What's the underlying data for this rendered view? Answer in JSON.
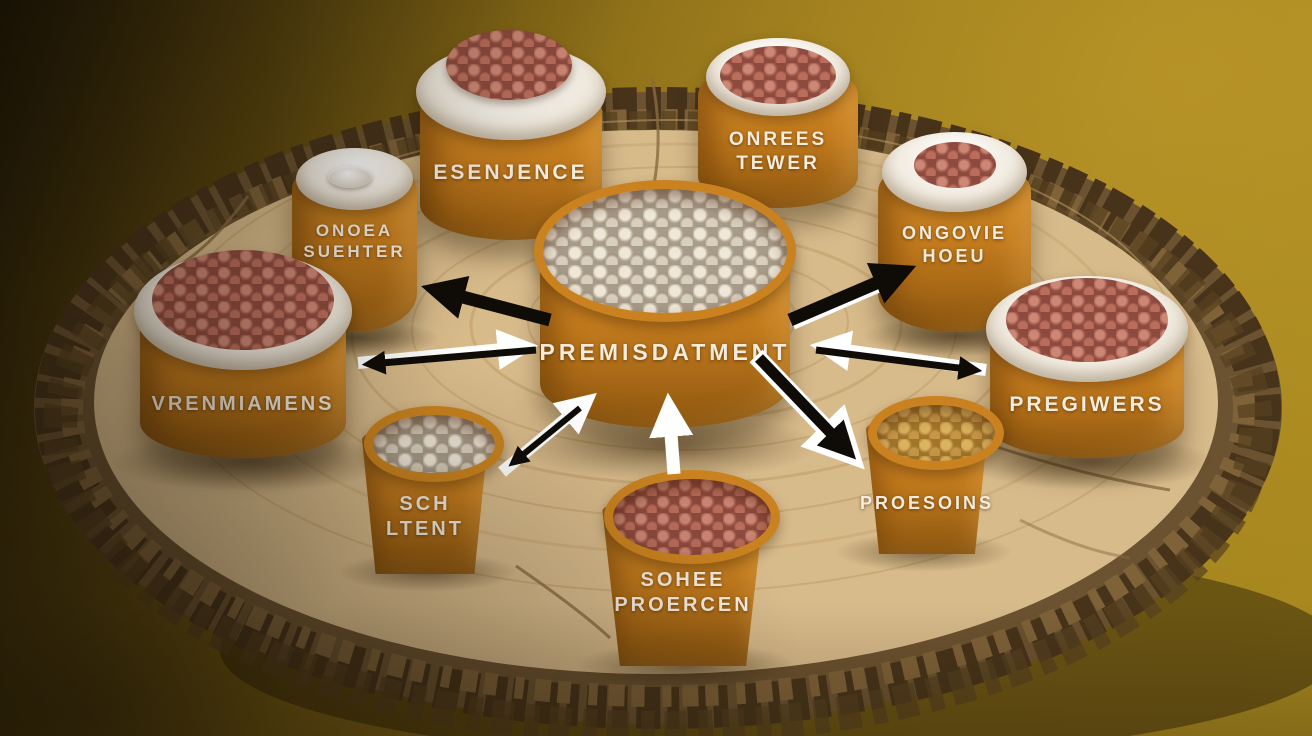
{
  "scene": {
    "description": "Photorealistic hub-and-spoke diagram of amber supplement containers arranged on a cut log slice",
    "background_color": "#a5851f",
    "wood_color": "#d8bb8b",
    "bark_color": "#5e4826",
    "container_color": "#c27a1d",
    "arrow_black": "#0f0b06",
    "arrow_white": "#ffffff",
    "label_color": "#f5ecdc"
  },
  "hub": {
    "label": "PREMISDATMENT",
    "contents": "gray-speckled-pellets",
    "top": "open-rim"
  },
  "containers": [
    {
      "id": "esenjence",
      "label": "ESENJENCE",
      "contents": "red-pellet-mound-on-white-lid",
      "top": "white-lid"
    },
    {
      "id": "onrees-tewer",
      "label": "ONREES\nTEWER",
      "contents": "red-pellets-on-white-plate",
      "top": "white-plate"
    },
    {
      "id": "onoea-suefter",
      "label": "ONOEA\nSUEHTER",
      "contents": "closed",
      "top": "white-lid-with-button"
    },
    {
      "id": "ongovie-hoeu",
      "label": "ONGOVIE\nHOEU",
      "contents": "red-pellets-on-cream-top",
      "top": "white-lid"
    },
    {
      "id": "vrenmiamens",
      "label": "VRENMIAMENS",
      "contents": "red-pellets-on-white-plate",
      "top": "white-plate"
    },
    {
      "id": "pregiwers",
      "label": "PREGIWERS",
      "contents": "red-pellets-on-white-plate",
      "top": "white-plate"
    },
    {
      "id": "sch-ltent",
      "label": "SCH\nLTENT",
      "contents": "gray-pellets",
      "top": "open-rim"
    },
    {
      "id": "sohee-proercen",
      "label": "SOHEE\nPROERCEN",
      "contents": "red-pellets",
      "top": "open-rim"
    },
    {
      "id": "proesoins",
      "label": "PROESOINS",
      "contents": "tan-pellets",
      "top": "open-rim"
    }
  ],
  "arrows": [
    {
      "id": "hub-to-onoea-suefter",
      "color": "black"
    },
    {
      "id": "vrenmiamens-hub-double",
      "colors": [
        "black-to-left",
        "white-to-hub"
      ]
    },
    {
      "id": "hub-to-ongovie-hoeu",
      "color": "black-with-white-stripe"
    },
    {
      "id": "pregiwers-hub-double",
      "colors": [
        "white-to-hub",
        "black-to-right"
      ]
    },
    {
      "id": "sch-ltent-hub-double",
      "colors": [
        "white-to-hub",
        "black-to-cup"
      ]
    },
    {
      "id": "sohee-proercen-to-hub",
      "color": "white"
    },
    {
      "id": "hub-to-proesoins",
      "color": "black-with-white-outline"
    }
  ]
}
